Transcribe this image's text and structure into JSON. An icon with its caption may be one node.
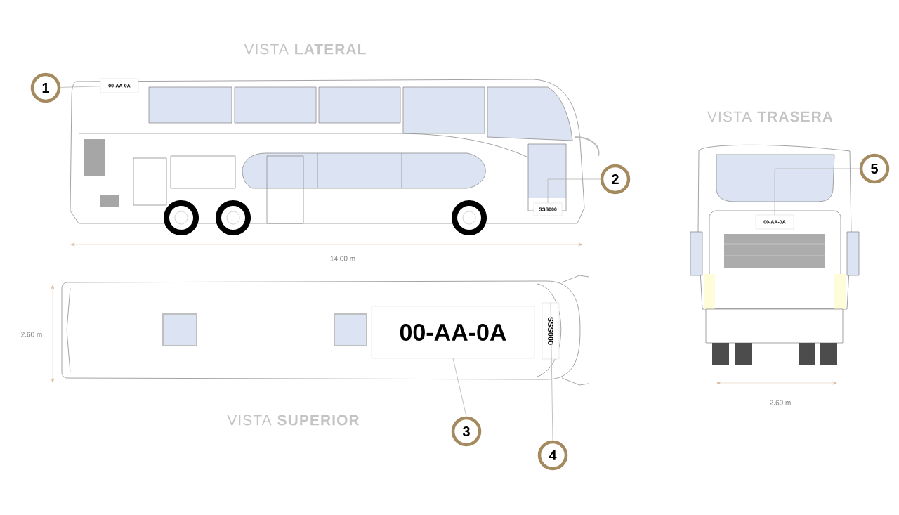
{
  "diagram": {
    "nodes": [
      {
        "text": [
          "1"
        ]
      },
      {
        "text": [
          "00-AA-0A"
        ]
      },
      {
        "text": [
          "2"
        ]
      },
      {
        "text": [
          "SSS000"
        ]
      },
      {
        "text": [
          "00-AA-0A"
        ]
      },
      {
        "text": [
          "SSS000"
        ]
      },
      {
        "text": [
          "3"
        ]
      },
      {
        "text": [
          "4"
        ]
      },
      {
        "text": [
          "5"
        ]
      },
      {
        "text": [
          "00-AA-0A"
        ]
      }
    ],
    "edges": [
      {
        "from": 0,
        "to": 1,
        "arrow": "none"
      },
      {
        "from": 2,
        "to": 3,
        "arrow": "none"
      },
      {
        "from": 6,
        "to": 4,
        "arrow": "none"
      },
      {
        "from": 7,
        "to": 5,
        "arrow": "none"
      },
      {
        "from": 8,
        "to": 9,
        "arrow": "none"
      }
    ],
    "labels": [
      "VISTA **LATERAL**",
      "VISTA **TRASERA**",
      "14.00 m",
      "2.60 m",
      "VISTA **SUPERIOR**",
      "2.60 m"
    ]
  }
}
